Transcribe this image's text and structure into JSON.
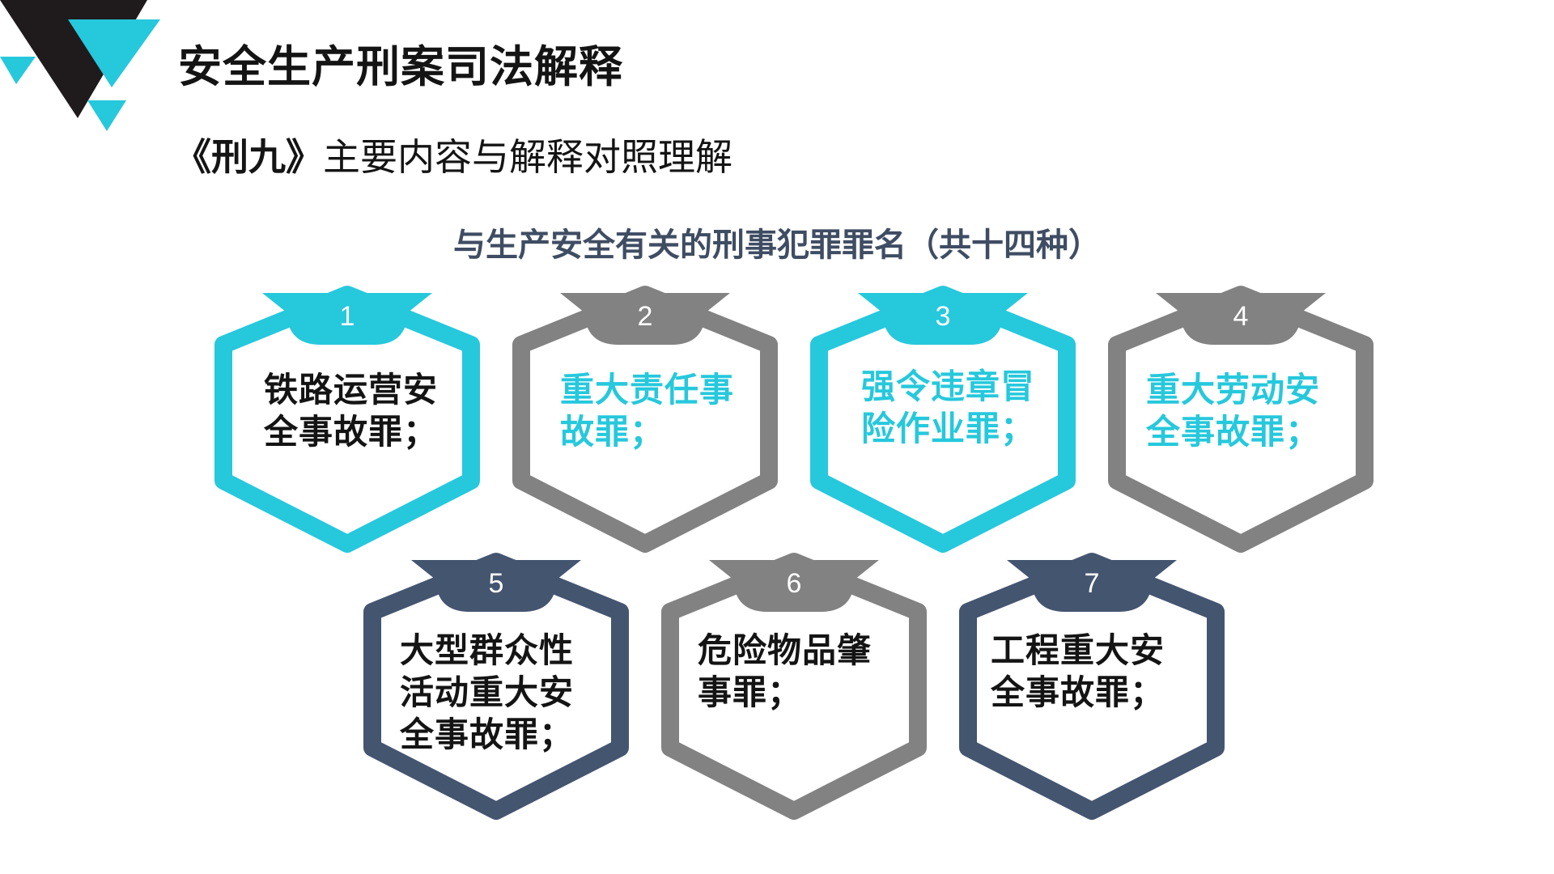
{
  "header": {
    "title": "安全生产刑案司法解释",
    "subtitle_book": "《刑九》",
    "subtitle_rest": "主要内容与解释对照理解"
  },
  "section": {
    "heading": "与生产安全有关的刑事犯罪罪名（共十四种）"
  },
  "colors": {
    "cyan": "#26c8dc",
    "gray": "#828282",
    "navy": "#445570",
    "dark_text": "#141414"
  },
  "cards": [
    {
      "number": "1",
      "text": "铁路运营安\n全事故罪；",
      "border_color": "#26c8dc",
      "text_color": "#141414"
    },
    {
      "number": "2",
      "text": "重大责任事\n故罪；",
      "border_color": "#828282",
      "text_color": "#26c8dc"
    },
    {
      "number": "3",
      "text": "强令违章冒\n险作业罪；",
      "border_color": "#26c8dc",
      "text_color": "#26c8dc"
    },
    {
      "number": "4",
      "text": "重大劳动安\n全事故罪；",
      "border_color": "#828282",
      "text_color": "#26c8dc"
    },
    {
      "number": "5",
      "text": "大型群众性\n活动重大安\n全事故罪；",
      "border_color": "#445570",
      "text_color": "#141414"
    },
    {
      "number": "6",
      "text": "危险物品肇\n事罪；",
      "border_color": "#828282",
      "text_color": "#141414"
    },
    {
      "number": "7",
      "text": "工程重大安\n全事故罪；",
      "border_color": "#445570",
      "text_color": "#141414"
    }
  ]
}
